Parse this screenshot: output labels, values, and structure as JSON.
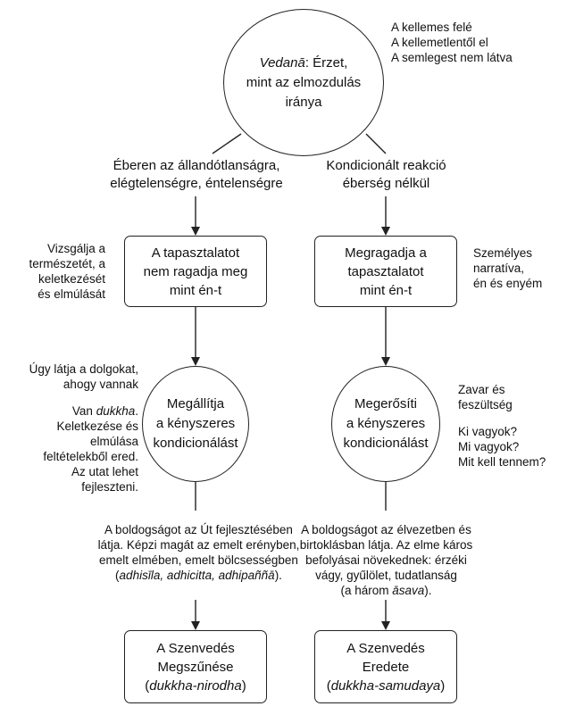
{
  "top_circle": {
    "term": "Vedanā",
    "rest": ": Érzet,",
    "line2": "mint az elmozdulás",
    "line3": "iránya"
  },
  "top_right_note": [
    "A kellemes felé",
    "A kellemetlentől el",
    "A semlegest nem látva"
  ],
  "left_branch_label": [
    "Éberen az állandótlanságra,",
    "elégtelenségre, éntelenségre"
  ],
  "right_branch_label": [
    "Kondicionált reakció",
    "éberség nélkül"
  ],
  "left_box1": [
    "A tapasztalatot",
    "nem ragadja meg",
    "mint én-t"
  ],
  "right_box1": [
    "Megragadja a",
    "tapasztalatot",
    "mint én-t"
  ],
  "left_note1": [
    "Vizsgálja a",
    "természetét, a",
    "keletkezését",
    "és elmúlását"
  ],
  "right_note1": [
    "Személyes",
    "narratíva,",
    "én és enyém"
  ],
  "left_note2": [
    "Úgy látja a dolgokat,",
    "ahogy vannak"
  ],
  "left_note3": {
    "prefix": "Van ",
    "term": "dukkha",
    "suffix": ".",
    "lines": [
      "Keletkezése és",
      "elmúlása",
      "feltételekből ered.",
      "Az utat lehet",
      "fejleszteni."
    ]
  },
  "right_note2": [
    "Zavar és",
    "feszültség"
  ],
  "right_note3": [
    "Ki vagyok?",
    "Mi vagyok?",
    "Mit kell tennem?"
  ],
  "left_circle": [
    "Megállítja",
    "a kényszeres",
    "kondicionálást"
  ],
  "right_circle": [
    "Megerősíti",
    "a kényszeres",
    "kondicionálást"
  ],
  "left_bottom_text": {
    "lines": [
      "A boldogságot az Út fejlesztésében",
      "látja. Képzi magát az emelt erényben,",
      "emelt elmében, emelt bölcsességben"
    ],
    "open": "(",
    "terms": "adhisīla, adhicitta, adhipaññā",
    "close": ")."
  },
  "right_bottom_text": {
    "lines": [
      "A boldogságot az élvezetben és",
      "birtoklásban látja. Az elme káros",
      "befolyásai növekednek: érzéki",
      "vágy, gyűlölet, tudatlanság"
    ],
    "prefix": "(a három ",
    "term": "āsava",
    "suffix": ")."
  },
  "left_final_box": {
    "line1": "A Szenvedés",
    "line2": "Megszűnése",
    "open": "(",
    "term": "dukkha-nirodha",
    "close": ")"
  },
  "right_final_box": {
    "line1": "A Szenvedés",
    "line2": "Eredete",
    "open": "(",
    "term": "dukkha-samudaya",
    "close": ")"
  }
}
